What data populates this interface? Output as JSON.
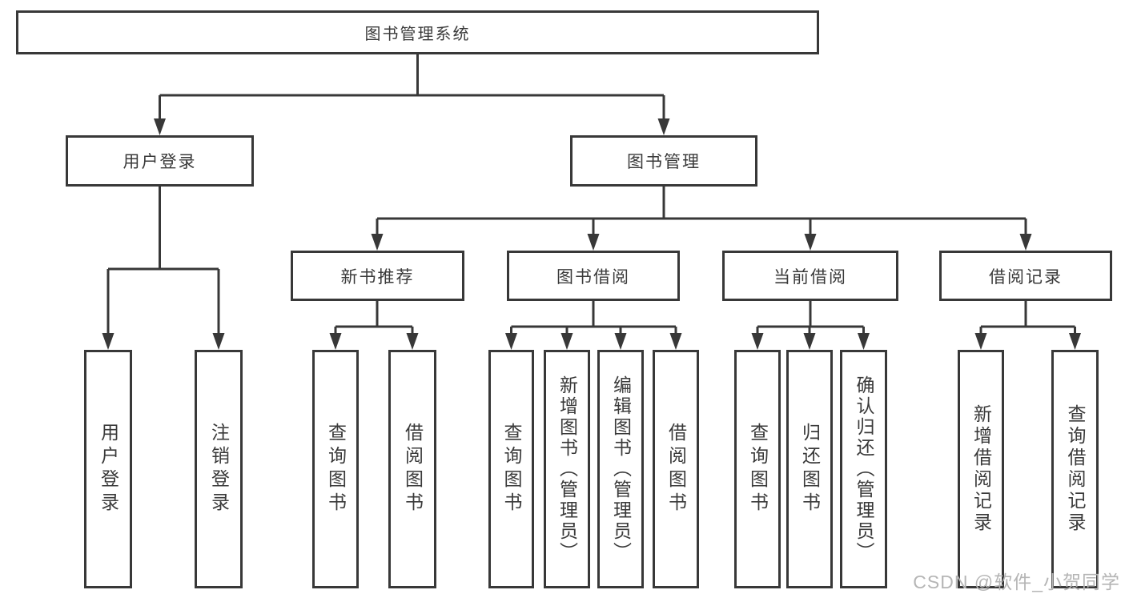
{
  "root": {
    "label": "图书管理系统"
  },
  "level2": {
    "user_login": "用户登录",
    "book_mgmt": "图书管理"
  },
  "level3": {
    "new_book_rec": "新书推荐",
    "book_borrow": "图书借阅",
    "current_borrow": "当前借阅",
    "borrow_record": "借阅记录"
  },
  "leaves": {
    "user": [
      "用户登录",
      "注销登录"
    ],
    "rec": [
      "查询图书",
      "借阅图书"
    ],
    "borrow": [
      "查询图书",
      "新增图书（管理员）",
      "编辑图书（管理员）",
      "借阅图书"
    ],
    "current": [
      "查询图书",
      "归还图书",
      "确认归还（管理员）"
    ],
    "record": [
      "新增借阅记录",
      "查询借阅记录"
    ]
  },
  "watermark": "CSDN @软件_小贺同学",
  "colors": {
    "line": "#383838",
    "text": "#3a3a3a",
    "watermark": "#b5b5b5",
    "background": "#ffffff"
  }
}
